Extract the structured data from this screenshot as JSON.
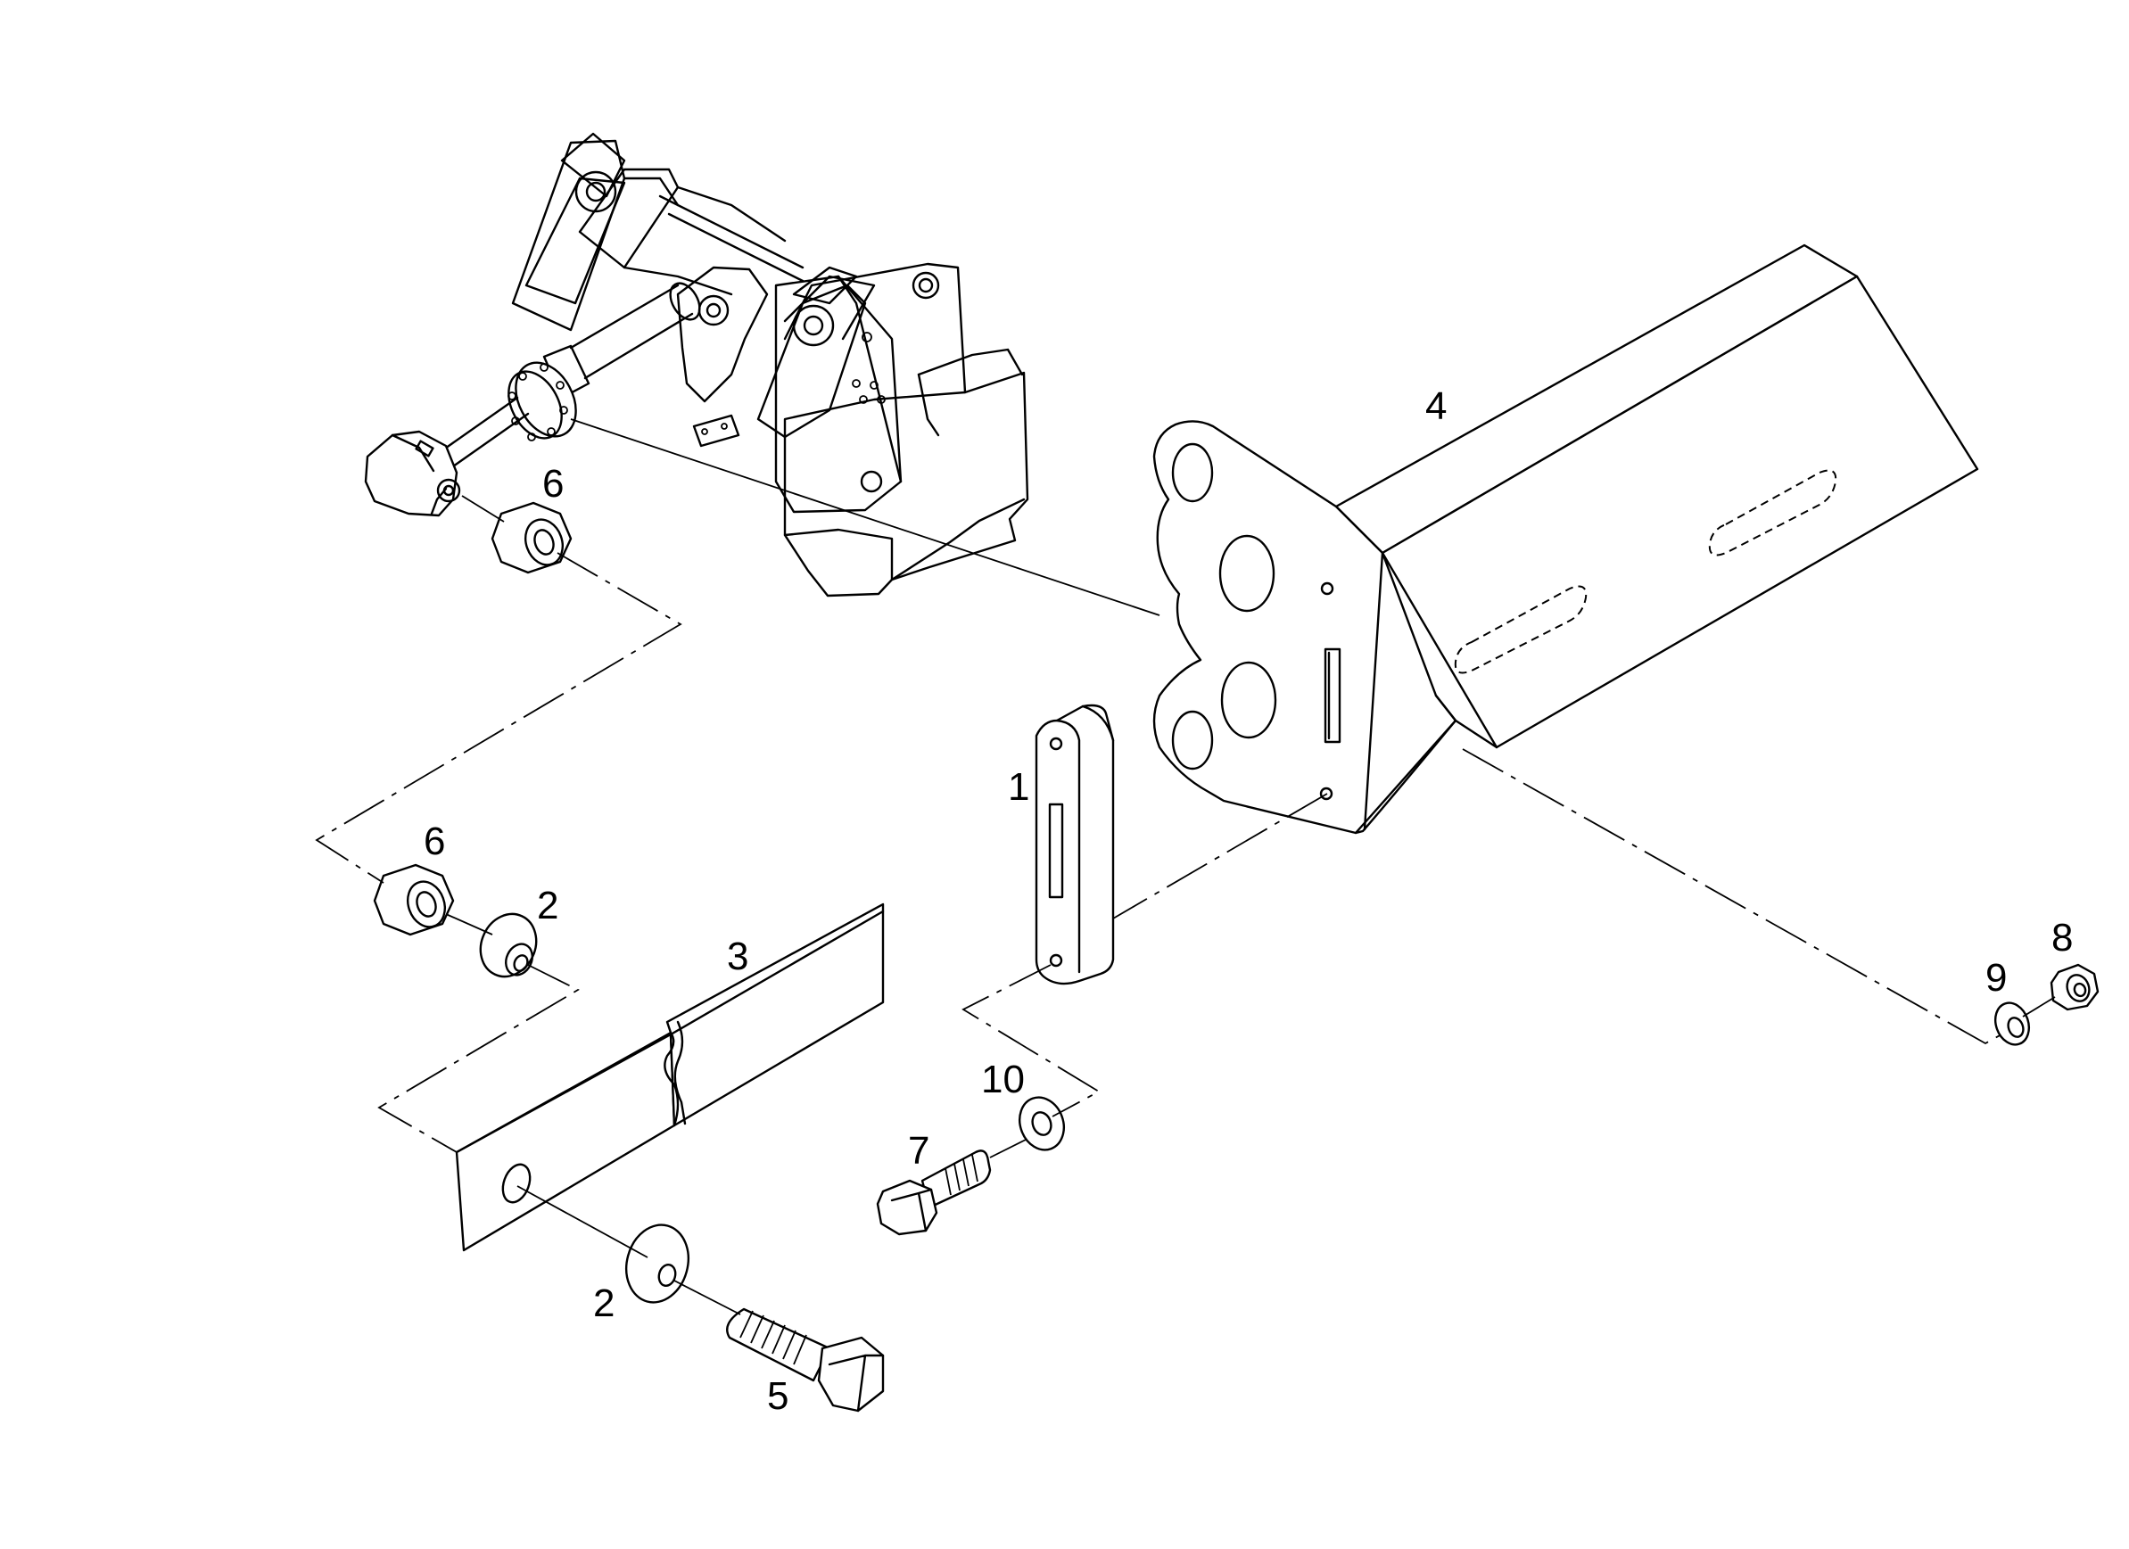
{
  "callouts": [
    {
      "id": "c1",
      "label": "1",
      "name": "callout-part-1"
    },
    {
      "id": "c2a",
      "label": "2",
      "name": "callout-part-2-upper"
    },
    {
      "id": "c2b",
      "label": "2",
      "name": "callout-part-2-lower"
    },
    {
      "id": "c3",
      "label": "3",
      "name": "callout-part-3"
    },
    {
      "id": "c4",
      "label": "4",
      "name": "callout-part-4"
    },
    {
      "id": "c5",
      "label": "5",
      "name": "callout-part-5"
    },
    {
      "id": "c6a",
      "label": "6",
      "name": "callout-part-6-upper"
    },
    {
      "id": "c6b",
      "label": "6",
      "name": "callout-part-6-lower"
    },
    {
      "id": "c7",
      "label": "7",
      "name": "callout-part-7"
    },
    {
      "id": "c8",
      "label": "8",
      "name": "callout-part-8"
    },
    {
      "id": "c9",
      "label": "9",
      "name": "callout-part-9"
    },
    {
      "id": "c10",
      "label": "10",
      "name": "callout-part-10"
    }
  ]
}
